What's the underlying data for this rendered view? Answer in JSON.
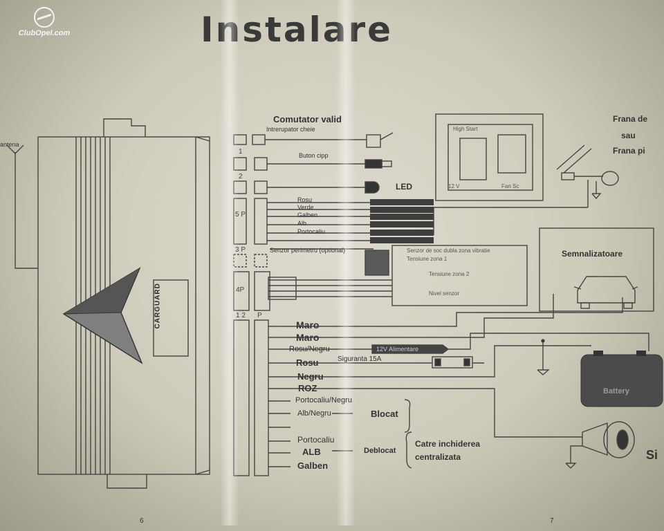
{
  "watermark": "ClubOpel.com",
  "title": "Instalare",
  "brand": "CARGUARD",
  "antenna_label": "antena",
  "top_labels": {
    "comutator": "Comutator valid",
    "comutator_sub": "Intrerupator cheie",
    "buton": "Buton cipp",
    "led": "LED",
    "senzor": "Senzor perimetru (optional)",
    "frana_1": "Frana de",
    "frana_2": "sau",
    "frana_3": "Frana pi",
    "semnalizatoare": "Semnalizatoare"
  },
  "group_wires": [
    "Rosu",
    "Verde",
    "Galben",
    "Alb",
    "Portocaliu"
  ],
  "sensor_box_lines": [
    "Senzor de soc dubla zona vibratie",
    "Tensiune zona 1",
    "Tensiune zona 2",
    "Nivel senzor"
  ],
  "connector_labels": {
    "c1": "1",
    "c2": "2",
    "c3": "5 P",
    "c4": "3 P",
    "c5": "4P",
    "c6": "1 2",
    "c7": "P"
  },
  "relay_labels": [
    "High Start",
    "12 V",
    "Fan Sc"
  ],
  "wires": [
    {
      "label": "Maro",
      "style": "s14"
    },
    {
      "label": "Maro",
      "style": "s14"
    },
    {
      "label": "Rosu/Negru",
      "style": "s11"
    },
    {
      "label": "Rosu",
      "style": "s13"
    },
    {
      "label": "Negru",
      "style": "s13"
    },
    {
      "label": "ROZ",
      "style": "s13"
    },
    {
      "label": "Portocaliu/Negru",
      "style": "s11"
    },
    {
      "label": "Alb/Negru",
      "style": "s11"
    },
    {
      "label": "",
      "style": "s11"
    },
    {
      "label": "Portocaliu",
      "style": "s12"
    },
    {
      "label": "ALB",
      "style": "s13"
    },
    {
      "label": "Galben",
      "style": "s13"
    }
  ],
  "siguranta": "Siguranta 15A",
  "rosu_negru_tag": "12V Alimentare",
  "blocat": "Blocat",
  "deblocat": "Deblocat",
  "centralizata_1": "Catre inchiderea",
  "centralizata_2": "centralizata",
  "battery": "Battery",
  "siren": "Si",
  "page_left": "6",
  "page_right": "7"
}
